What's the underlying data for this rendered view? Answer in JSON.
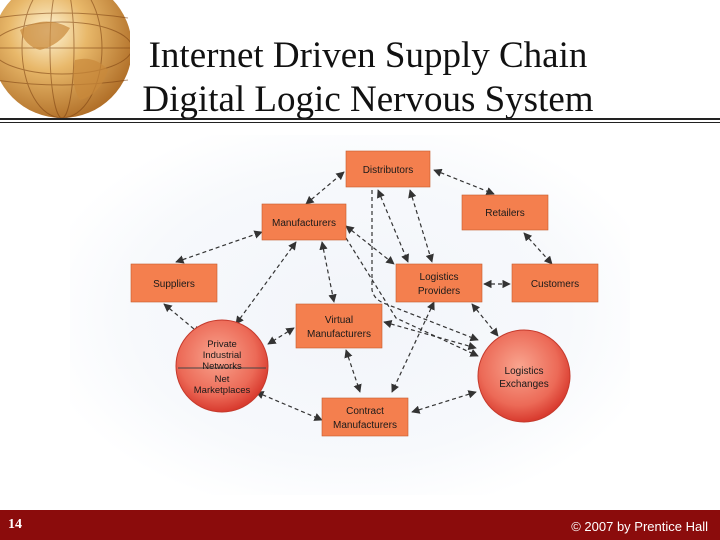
{
  "slide": {
    "title_line1": "Internet Driven Supply Chain",
    "title_line2": "Digital Logic Nervous System",
    "page_number": "14",
    "copyright": "© 2007 by Prentice Hall"
  },
  "diagram": {
    "boxes": {
      "distributors": [
        "Distributors"
      ],
      "retailers": [
        "Retailers"
      ],
      "manufacturers": [
        "Manufacturers"
      ],
      "suppliers": [
        "Suppliers"
      ],
      "logistics_providers": [
        "Logistics",
        "Providers"
      ],
      "customers": [
        "Customers"
      ],
      "virtual_manufacturers": [
        "Virtual",
        "Manufacturers"
      ],
      "contract_manufacturers": [
        "Contract",
        "Manufacturers"
      ]
    },
    "circles": {
      "private_networks": [
        "Private",
        "Industrial",
        "Networks"
      ],
      "net_marketplaces": [
        "Net",
        "Marketplaces"
      ],
      "logistics_exchanges": [
        "Logistics",
        "Exchanges"
      ]
    },
    "colors": {
      "node_fill": "#f47f4e",
      "node_text": "#1a1a1a",
      "arrow": "#333333",
      "circle_center": "#f8a08b",
      "circle_edge": "#d83a2e"
    }
  }
}
